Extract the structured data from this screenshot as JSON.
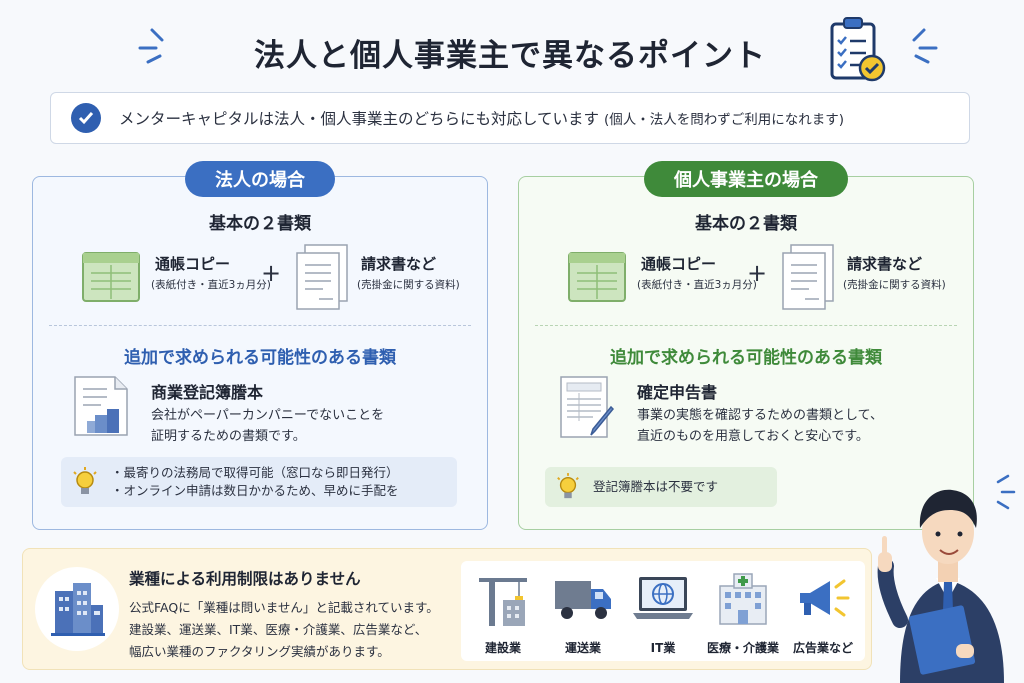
{
  "title": "法人と個人事業主で異なるポイント",
  "notice": {
    "main": "メンターキャピタルは法人・個人事業主のどちらにも対応しています",
    "paren": "(個人・法人を問わずご利用になれます)"
  },
  "corp": {
    "pill": "法人の場合",
    "basic_title": "基本の２書類",
    "doc1": "通帳コピー",
    "doc1_sub": "(表紙付き・直近3ヵ月分)",
    "doc2": "請求書など",
    "doc2_sub": "(売掛金に関する資料)",
    "add_title": "追加で求められる可能性のある書類",
    "extra_title": "商業登記簿謄本",
    "extra_desc1": "会社がペーパーカンパニーでないことを",
    "extra_desc2": "証明するための書類です。",
    "tip1": "・最寄りの法務局で取得可能（窓口なら即日発行）",
    "tip2": "・オンライン申請は数日かかるため、早めに手配を"
  },
  "sole": {
    "pill": "個人事業主の場合",
    "basic_title": "基本の２書類",
    "doc1": "通帳コピー",
    "doc1_sub": "(表紙付き・直近3ヵ月分)",
    "doc2": "請求書など",
    "doc2_sub": "(売掛金に関する資料)",
    "add_title": "追加で求められる可能性のある書類",
    "extra_title": "確定申告書",
    "extra_desc1": "事業の実態を確認するための書類として、",
    "extra_desc2": "直近のものを用意しておくと安心です。",
    "tip1": "登記簿謄本は不要です"
  },
  "bottom": {
    "title": "業種による利用制限はありません",
    "line1": "公式FAQに「業種は問いません」と記載されています。",
    "line2": "建設業、運送業、IT業、医療・介護業、広告業など、",
    "line3": "幅広い業種のファクタリング実績があります。",
    "industries": [
      "建設業",
      "運送業",
      "IT業",
      "医療・介護業",
      "広告業など"
    ]
  },
  "colors": {
    "corp_accent": "#3b6fc2",
    "sole_accent": "#3f8a3a",
    "bottom_bg": "#fdf5e1"
  },
  "icons": [
    "clipboard-check-icon",
    "check-circle-icon",
    "passbook-icon",
    "invoice-icon",
    "registry-doc-icon",
    "tax-return-icon",
    "lightbulb-icon",
    "buildings-icon",
    "crane-icon",
    "truck-icon",
    "laptop-globe-icon",
    "hospital-icon",
    "megaphone-icon"
  ]
}
